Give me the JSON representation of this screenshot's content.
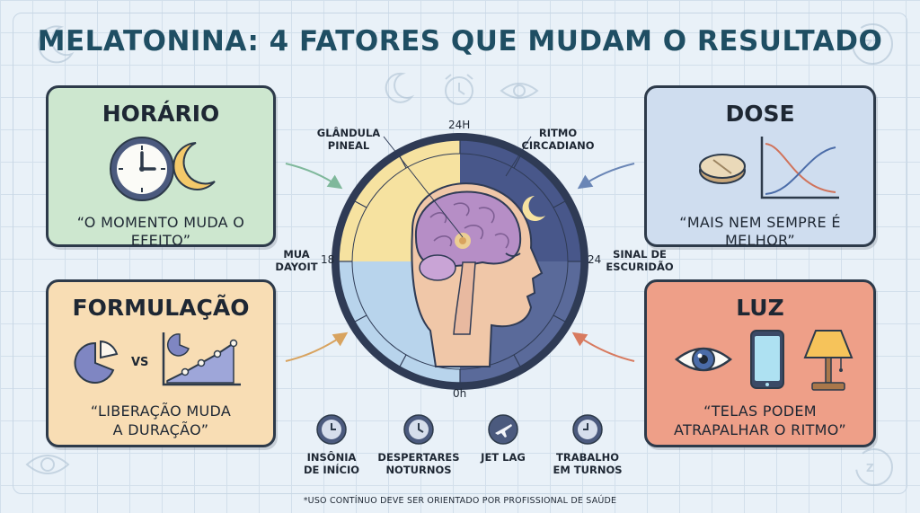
{
  "title": "MELATONINA: 4 FATORES QUE MUDAM O RESULTADO",
  "cards": {
    "horario": {
      "title": "HORÁRIO",
      "quote": "“O MOMENTO MUDA O EFEITO”"
    },
    "dose": {
      "title": "DOSE",
      "quote": "“MAIS NEM SEMPRE É MELHOR”"
    },
    "formulacao": {
      "title": "FORMULAÇÃO",
      "vs": "VS",
      "quote_line1": "“LIBERAÇÃO MUDA",
      "quote_line2": "A DURAÇÃO”"
    },
    "luz": {
      "title": "LUZ",
      "quote_line1": "“TELAS PODEM",
      "quote_line2": "ATRAPALHAR O RITMO”"
    }
  },
  "center": {
    "gland_label_line1": "GLÂNDULA",
    "gland_label_line2": "PINEAL",
    "rhythm_label_line1": "RITMO",
    "rhythm_label_line2": "CIRCADIANO",
    "dark_signal_line1": "SINAL DE",
    "dark_signal_line2": "ESCURIDÃO",
    "left_label_line1": "MUA",
    "left_label_line2": "DAYOIT",
    "tick_top": "24H",
    "tick_bottom": "0h",
    "tick_left": "18",
    "tick_right": "24"
  },
  "use_cases": [
    {
      "line1": "INSÔNIA",
      "line2": "DE INÍCIO",
      "icon": "clock-icon"
    },
    {
      "line1": "DESPERTARES",
      "line2": "NOTURNOS",
      "icon": "clock-icon"
    },
    {
      "line1": "JET LAG",
      "line2": "",
      "icon": "airplane-icon"
    },
    {
      "line1": "TRABALHO",
      "line2": "EM TURNOS",
      "icon": "clock-icon"
    }
  ],
  "footnote": "*USO CONTÍNUO DEVE SER ORIENTADO POR PROFISSIONAL DE SAÚDE",
  "colors": {
    "title": "#1f4e63",
    "horario_bg": "#cde7cf",
    "dose_bg": "#cfddef",
    "formulacao_bg": "#f8ddb4",
    "luz_bg": "#ee9f88",
    "day": "#f6e2a0",
    "night": "#48578a",
    "dawn": "#b8d4ec"
  }
}
